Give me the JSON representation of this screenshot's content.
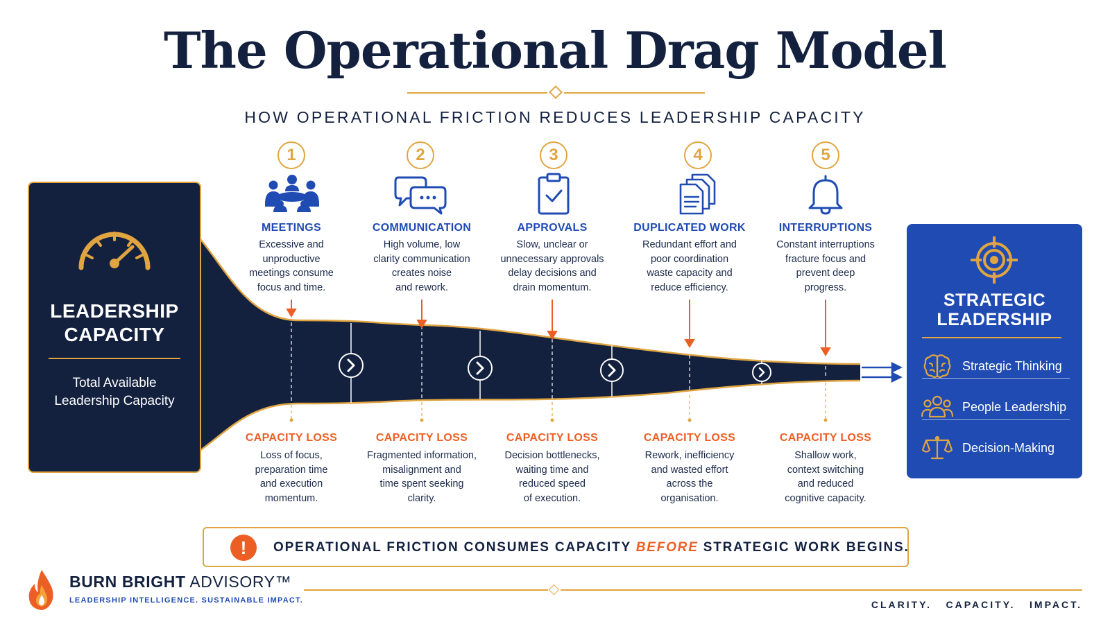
{
  "title": "The Operational Drag Model",
  "subtitle": "HOW OPERATIONAL FRICTION REDUCES LEADERSHIP CAPACITY",
  "left_box": {
    "icon": "gauge-icon",
    "title_line1": "LEADERSHIP",
    "title_line2": "CAPACITY",
    "sub_line1": "Total Available",
    "sub_line2": "Leadership Capacity"
  },
  "stages": [
    {
      "number": "1",
      "icon": "meeting-icon",
      "name": "MEETINGS",
      "desc": [
        "Excessive and",
        "unproductive",
        "meetings consume",
        "focus and time."
      ],
      "loss_title": "CAPACITY LOSS",
      "loss_desc": [
        "Loss of focus,",
        "preparation time",
        "and execution",
        "momentum."
      ]
    },
    {
      "number": "2",
      "icon": "chat-bubbles-icon",
      "name": "COMMUNICATION",
      "desc": [
        "High volume, low",
        "clarity communication",
        "creates noise",
        "and rework."
      ],
      "loss_title": "CAPACITY LOSS",
      "loss_desc": [
        "Fragmented information,",
        "misalignment and",
        "time spent seeking",
        "clarity."
      ]
    },
    {
      "number": "3",
      "icon": "clipboard-check-icon",
      "name": "APPROVALS",
      "desc": [
        "Slow, unclear or",
        "unnecessary approvals",
        "delay decisions and",
        "drain momentum."
      ],
      "loss_title": "CAPACITY LOSS",
      "loss_desc": [
        "Decision bottlenecks,",
        "waiting time and",
        "reduced speed",
        "of execution."
      ]
    },
    {
      "number": "4",
      "icon": "documents-icon",
      "name": "DUPLICATED WORK",
      "desc": [
        "Redundant effort and",
        "poor coordination",
        "waste capacity and",
        "reduce efficiency."
      ],
      "loss_title": "CAPACITY LOSS",
      "loss_desc": [
        "Rework, inefficiency",
        "and wasted effort",
        "across the",
        "organisation."
      ]
    },
    {
      "number": "5",
      "icon": "bell-icon",
      "name": "INTERRUPTIONS",
      "desc": [
        "Constant interruptions",
        "fracture focus and",
        "prevent deep",
        "progress."
      ],
      "loss_title": "CAPACITY LOSS",
      "loss_desc": [
        "Shallow work,",
        "context switching",
        "and reduced",
        "cognitive capacity."
      ]
    }
  ],
  "right_box": {
    "icon": "target-icon",
    "title_line1": "STRATEGIC",
    "title_line2": "LEADERSHIP",
    "items": [
      {
        "icon": "brain-icon",
        "label": "Strategic Thinking"
      },
      {
        "icon": "people-icon",
        "label": "People Leadership"
      },
      {
        "icon": "scales-icon",
        "label": "Decision-Making"
      }
    ]
  },
  "banner": {
    "icon": "exclamation-icon",
    "mark": "!",
    "text_before": "OPERATIONAL FRICTION CONSUMES CAPACITY ",
    "text_emphasis": "BEFORE",
    "text_after": " STRATEGIC WORK BEGINS."
  },
  "brand": {
    "icon": "flame-icon",
    "name_bold": "BURN BRIGHT",
    "name_rest": " ADVISORY™",
    "tagline": "LEADERSHIP INTELLIGENCE. SUSTAINABLE IMPACT."
  },
  "motto": "CLARITY.   CAPACITY.   IMPACT.",
  "colors": {
    "navy": "#13213f",
    "blue": "#1f4bb3",
    "gold": "#e0a541",
    "orange": "#ec5f24"
  }
}
